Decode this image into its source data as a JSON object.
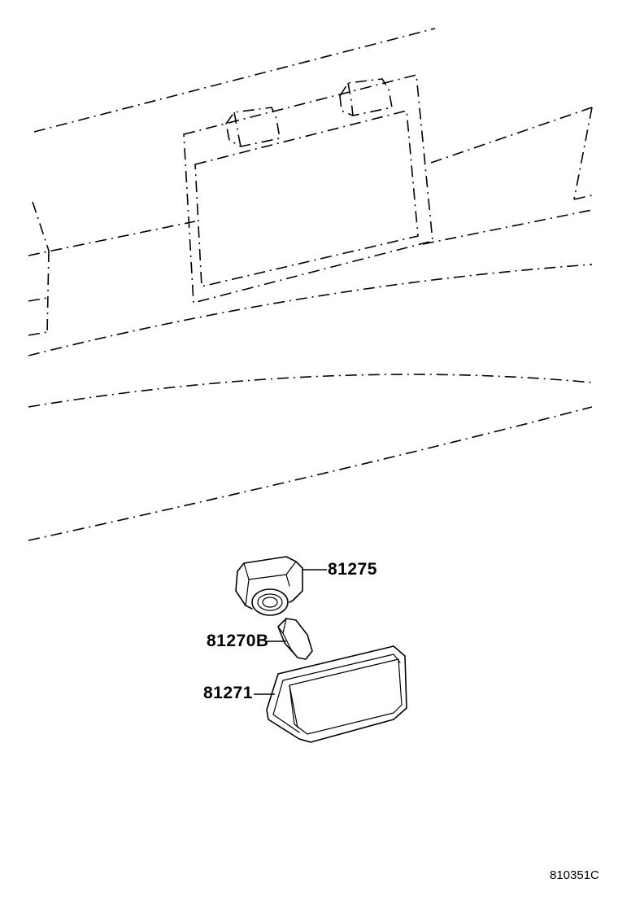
{
  "parts": {
    "socket": {
      "number": "81275"
    },
    "bulb": {
      "number": "81270B"
    },
    "lens": {
      "number": "81271"
    }
  },
  "figure_id": "810351C"
}
